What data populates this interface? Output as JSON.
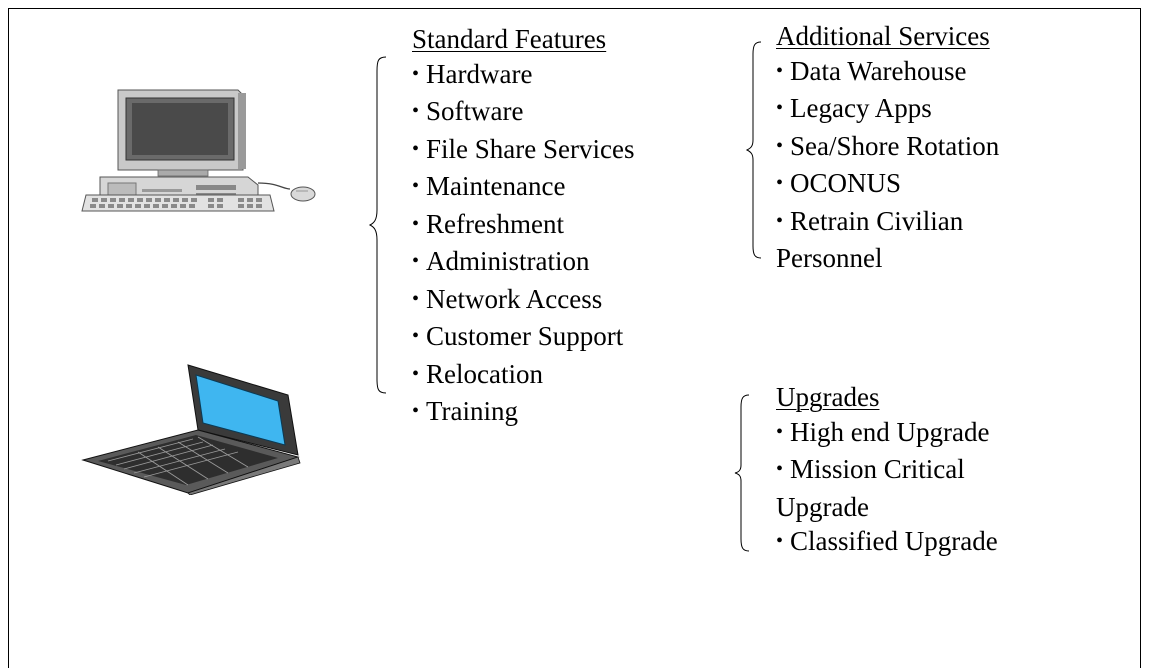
{
  "standard_features": {
    "heading": "Standard Features",
    "items": [
      "Hardware",
      "Software",
      "File Share Services",
      "Maintenance",
      "Refreshment",
      "Administration",
      "Network Access",
      "Customer Support",
      "Relocation",
      "Training"
    ]
  },
  "additional_services": {
    "heading": "Additional Services",
    "items": [
      "Data Warehouse",
      "Legacy Apps",
      "Sea/Shore Rotation",
      "OCONUS",
      "Retrain Civilian"
    ],
    "continuation": "Personnel"
  },
  "upgrades": {
    "heading": "Upgrades",
    "item_1": "High end Upgrade",
    "item_2": "Mission Critical",
    "item_2_continuation": "Upgrade",
    "item_3": "Classified Upgrade"
  },
  "illustrations": {
    "desktop": "desktop-computer-icon",
    "laptop": "laptop-computer-icon"
  },
  "colors": {
    "screen_dark": "#4a4a4a",
    "screen_blue": "#3fb6f0",
    "case_gray": "#c9c9c9"
  }
}
